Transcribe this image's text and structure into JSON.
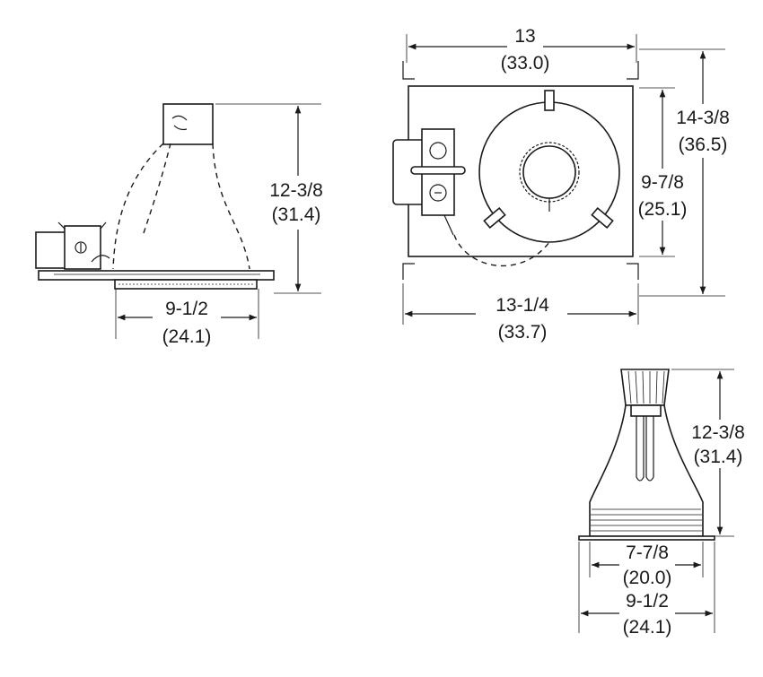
{
  "side_view": {
    "height": "12-3/8",
    "height_metric": "(31.4)",
    "aperture": "9-1/2",
    "aperture_metric": "(24.1)"
  },
  "top_view": {
    "width_top": "13",
    "width_top_metric": "(33.0)",
    "depth": "14-3/8",
    "depth_metric": "(36.5)",
    "inner": "9-7/8",
    "inner_metric": "(25.1)",
    "width_bottom": "13-1/4",
    "width_bottom_metric": "(33.7)"
  },
  "reflector_view": {
    "height": "12-3/8",
    "height_metric": "(31.4)",
    "opening": "7-7/8",
    "opening_metric": "(20.0)",
    "flange": "9-1/2",
    "flange_metric": "(24.1)"
  }
}
